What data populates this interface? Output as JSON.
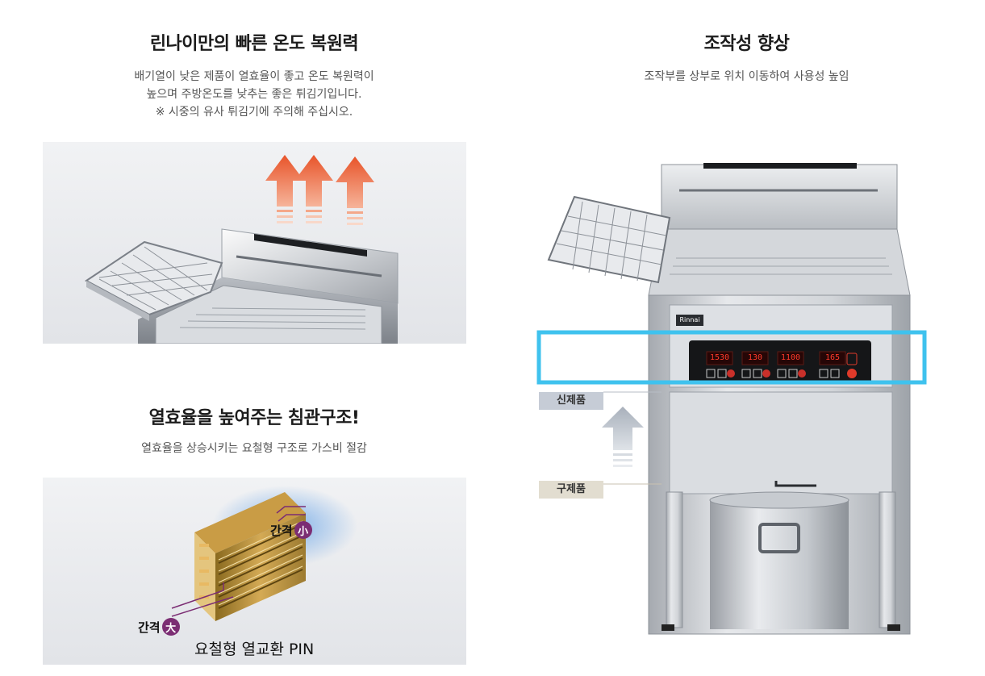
{
  "sections": {
    "recovery": {
      "title": "린나이만의 빠른 온도 복원력",
      "desc_lines": [
        "배기열이 낮은 제품이 열효율이 좋고 온도 복원력이",
        "높으며 주방온도를 낮추는 좋은 튀김기입니다.",
        "※ 시중의 유사 튀김기에 주의해 주십시오."
      ]
    },
    "tube": {
      "title": "열효율을 높여주는 침관구조!",
      "desc": "열효율을 상승시키는 요철형 구조로 가스비 절감",
      "pin_label": "요철형 열교환 PIN",
      "gap_small_text": "간격",
      "gap_small_badge": "小",
      "gap_large_text": "간격",
      "gap_large_badge": "大"
    },
    "control": {
      "title": "조작성 향상",
      "desc": "조작부를 상부로 위치 이동하여 사용성 높임",
      "new_label": "신제품",
      "old_label": "구제품",
      "brand": "Rinnai",
      "displays": [
        "1530",
        "130",
        "1100",
        "165"
      ]
    }
  },
  "colors": {
    "heat_arrow": "#ec6a3c",
    "highlight_box": "#3fc2ee",
    "badge": "#7b2d73",
    "tag_new": "#c6ccd6",
    "tag_old": "#e2ddd0",
    "display_red": "#ff3a2a"
  }
}
